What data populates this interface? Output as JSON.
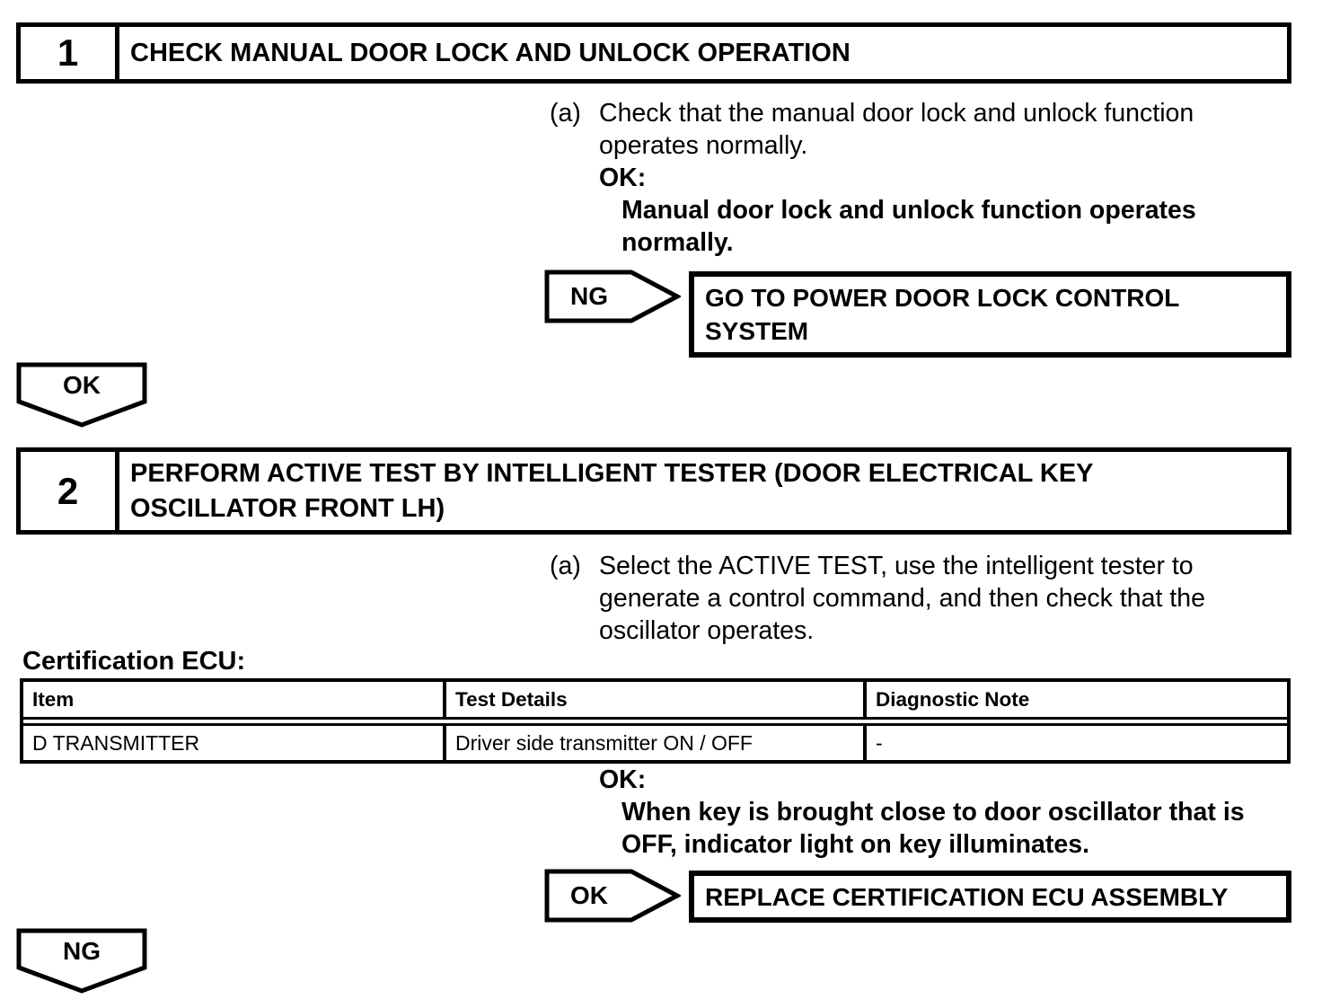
{
  "page": {
    "background": "#ffffff",
    "ink": "#000000"
  },
  "steps": [
    {
      "number": "1",
      "title": "CHECK MANUAL DOOR LOCK AND UNLOCK OPERATION",
      "instruction_label": "(a)",
      "instruction": "Check that the manual door lock and unlock function\noperates normally.",
      "ok_label": "OK:",
      "ok_criteria": "Manual door lock and unlock function operates\nnormally.",
      "branch": {
        "tag": "NG",
        "action": "GO TO POWER DOOR LOCK CONTROL\nSYSTEM"
      },
      "result": "OK"
    },
    {
      "number": "2",
      "title": "PERFORM ACTIVE TEST BY INTELLIGENT TESTER (DOOR ELECTRICAL KEY\nOSCILLATOR FRONT LH)",
      "instruction_label": "(a)",
      "instruction": "Select the ACTIVE TEST, use the intelligent tester to\ngenerate a control command, and then check that the\noscillator operates.",
      "table_caption": "Certification ECU:",
      "table": {
        "headers": [
          "Item",
          "Test Details",
          "Diagnostic Note"
        ],
        "rows": [
          [
            "D TRANSMITTER",
            "Driver side transmitter ON / OFF",
            "-"
          ]
        ]
      },
      "ok_label": "OK:",
      "ok_criteria": "When key is brought close to door oscillator that is\nOFF, indicator light on key illuminates.",
      "branch": {
        "tag": "OK",
        "action": "REPLACE CERTIFICATION ECU ASSEMBLY"
      },
      "result": "NG"
    }
  ]
}
